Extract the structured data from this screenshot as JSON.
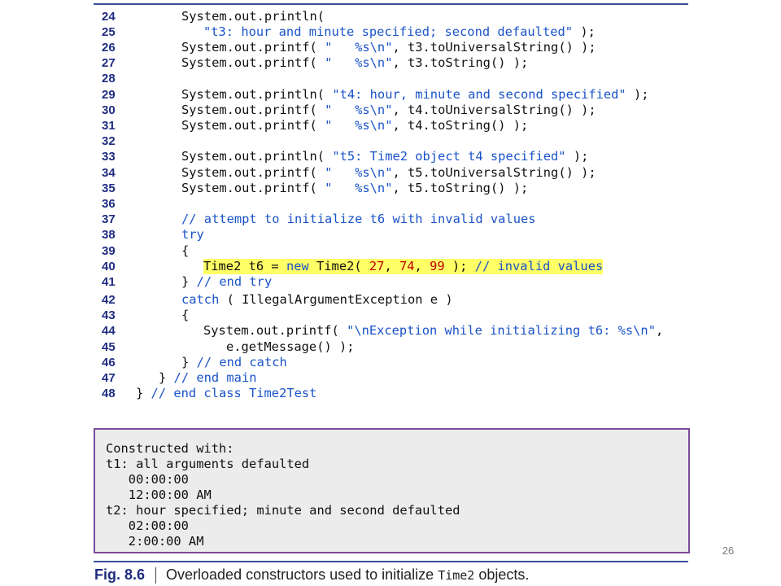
{
  "code": {
    "lines": [
      {
        "num": "24",
        "parts": [
          {
            "t": "System.out.println("
          }
        ]
      },
      {
        "num": "25",
        "parts": [
          {
            "t": "\"t3: hour and minute specified; second defaulted\"",
            "c": "str"
          },
          {
            "t": " );"
          }
        ]
      },
      {
        "num": "26",
        "parts": [
          {
            "t": "System.out.printf( "
          },
          {
            "t": "\"   %s\\n\"",
            "c": "str"
          },
          {
            "t": ", t3.toUniversalString() );"
          }
        ]
      },
      {
        "num": "27",
        "parts": [
          {
            "t": "System.out.printf( "
          },
          {
            "t": "\"   %s\\n\"",
            "c": "str"
          },
          {
            "t": ", t3.toString() );"
          }
        ]
      },
      {
        "num": "28",
        "parts": []
      },
      {
        "num": "29",
        "parts": [
          {
            "t": "System.out.println( "
          },
          {
            "t": "\"t4: hour, minute and second specified\"",
            "c": "str"
          },
          {
            "t": " );"
          }
        ]
      },
      {
        "num": "30",
        "parts": [
          {
            "t": "System.out.printf( "
          },
          {
            "t": "\"   %s\\n\"",
            "c": "str"
          },
          {
            "t": ", t4.toUniversalString() );"
          }
        ]
      },
      {
        "num": "31",
        "parts": [
          {
            "t": "System.out.printf( "
          },
          {
            "t": "\"   %s\\n\"",
            "c": "str"
          },
          {
            "t": ", t4.toString() );"
          }
        ]
      },
      {
        "num": "32",
        "parts": []
      },
      {
        "num": "33",
        "parts": [
          {
            "t": "System.out.println( "
          },
          {
            "t": "\"t5: Time2 object t4 specified\"",
            "c": "str"
          },
          {
            "t": " );"
          }
        ]
      },
      {
        "num": "34",
        "parts": [
          {
            "t": "System.out.printf( "
          },
          {
            "t": "\"   %s\\n\"",
            "c": "str"
          },
          {
            "t": ", t5.toUniversalString() );"
          }
        ]
      },
      {
        "num": "35",
        "parts": [
          {
            "t": "System.out.printf( "
          },
          {
            "t": "\"   %s\\n\"",
            "c": "str"
          },
          {
            "t": ", t5.toString() );"
          }
        ]
      },
      {
        "num": "36",
        "parts": []
      },
      {
        "num": "37",
        "parts": [
          {
            "t": "// attempt to initialize t6 with invalid values",
            "c": "cmt"
          }
        ]
      },
      {
        "num": "38",
        "parts": [
          {
            "t": "try",
            "c": "kw"
          }
        ]
      },
      {
        "num": "39",
        "parts": [
          {
            "t": "{"
          }
        ]
      },
      {
        "num": "40",
        "parts": [
          {
            "t": "Time2 t6 = "
          },
          {
            "t": "new",
            "c": "kw"
          },
          {
            "t": " Time2( "
          },
          {
            "t": "27",
            "c": "num"
          },
          {
            "t": ", "
          },
          {
            "t": "74",
            "c": "num"
          },
          {
            "t": ", "
          },
          {
            "t": "99",
            "c": "num"
          },
          {
            "t": " ); "
          },
          {
            "t": "// invalid values",
            "c": "cmt"
          }
        ]
      },
      {
        "num": "41",
        "parts": [
          {
            "t": "} "
          },
          {
            "t": "// end try",
            "c": "cmt"
          }
        ]
      },
      {
        "num": "42",
        "parts": [
          {
            "t": "catch",
            "c": "kw"
          },
          {
            "t": " ( IllegalArgumentException e )"
          }
        ]
      },
      {
        "num": "43",
        "parts": [
          {
            "t": "{"
          }
        ]
      },
      {
        "num": "44",
        "parts": [
          {
            "t": "System.out.printf( "
          },
          {
            "t": "\"\\nException while initializing t6: %s\\n\"",
            "c": "str"
          },
          {
            "t": ","
          }
        ]
      },
      {
        "num": "45",
        "parts": [
          {
            "t": "e.getMessage() );"
          }
        ]
      },
      {
        "num": "46",
        "parts": [
          {
            "t": "} "
          },
          {
            "t": "// end catch",
            "c": "cmt"
          }
        ]
      },
      {
        "num": "47",
        "parts": [
          {
            "t": "} "
          },
          {
            "t": "// end main",
            "c": "cmt"
          }
        ]
      },
      {
        "num": "48",
        "parts": [
          {
            "t": "} "
          },
          {
            "t": "// end class Time2Test",
            "c": "cmt"
          }
        ]
      }
    ]
  },
  "output": {
    "lines": [
      "Constructed with:",
      "t1: all arguments defaulted",
      "   00:00:00",
      "   12:00:00 AM",
      "t2: hour specified; minute and second defaulted",
      "   02:00:00",
      "   2:00:00 AM"
    ]
  },
  "page_number": "26",
  "caption": {
    "fig": "Fig. 8.6",
    "text_before": "Overloaded constructors used to initialize ",
    "code": "Time2",
    "text_after": " objects."
  },
  "colors": {
    "line_number": "#1f2c80",
    "string_comment_keyword": "#1a53c8",
    "number_literal": "#c00000",
    "highlight": "#ffff66",
    "output_border": "#7b4a98",
    "output_background": "#ececec"
  }
}
